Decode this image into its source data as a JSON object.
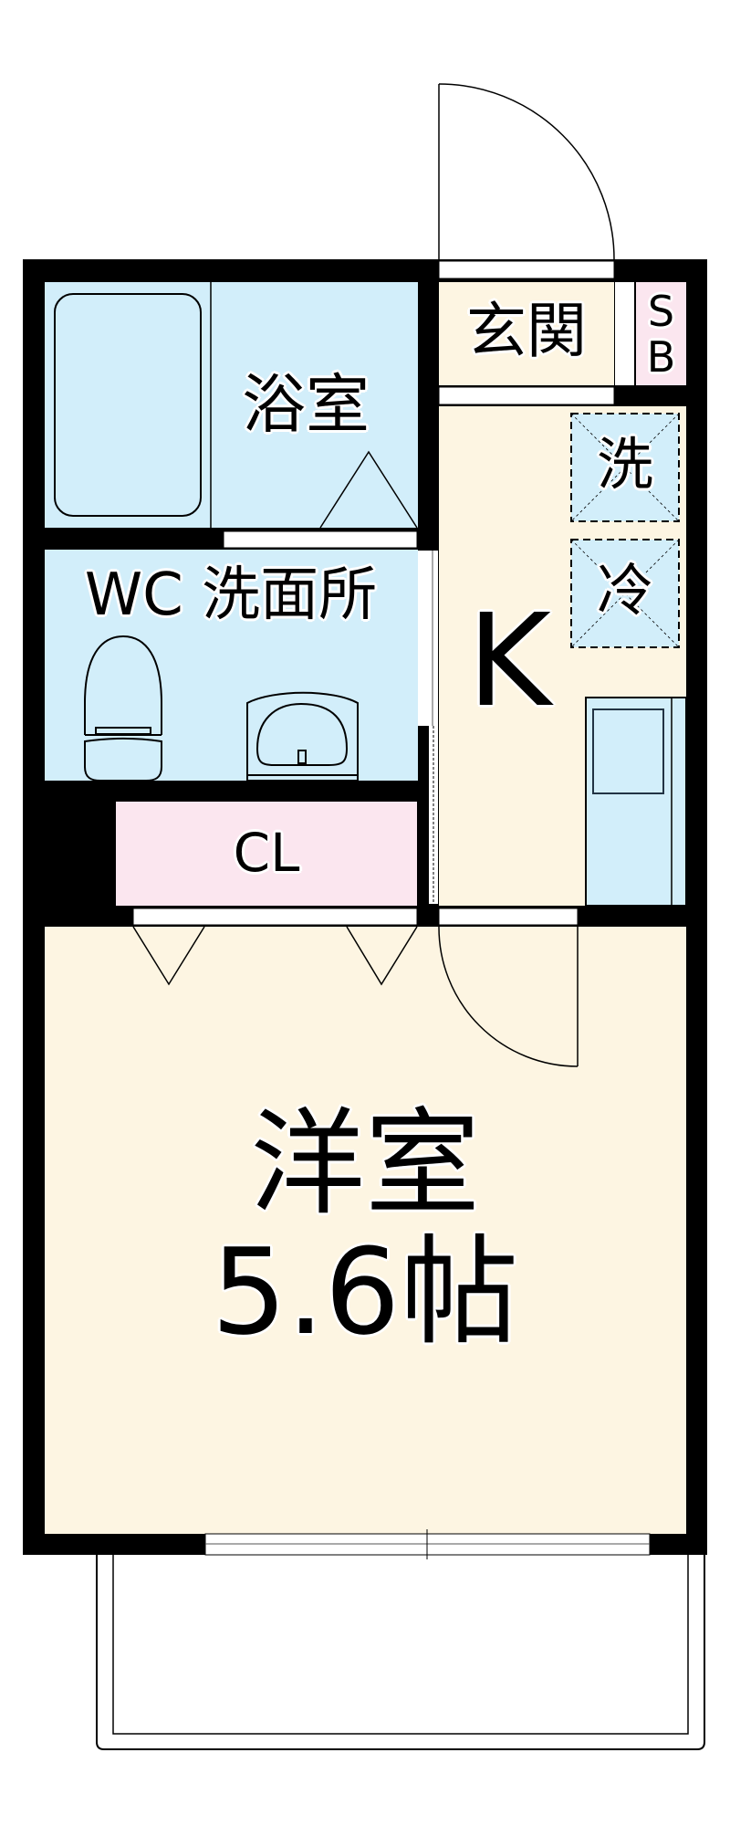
{
  "floorplan": {
    "rooms": {
      "bath": {
        "label": "浴室"
      },
      "washroom": {
        "label": "WC 洗面所"
      },
      "closet": {
        "label": "CL"
      },
      "entrance": {
        "label": "玄関"
      },
      "shoe_box": {
        "label_top": "S",
        "label_bottom": "B"
      },
      "kitchen": {
        "label": "K"
      },
      "washer": {
        "label": "洗"
      },
      "fridge": {
        "label": "冷"
      },
      "western_room": {
        "label": "洋室",
        "size": "5.6帖"
      }
    },
    "colors": {
      "wall": "#000000",
      "wet_area": "#d2eefa",
      "floor": "#fdf5e2",
      "closet": "#fbe6ef",
      "shoe_box": "#fbe6ef"
    }
  }
}
